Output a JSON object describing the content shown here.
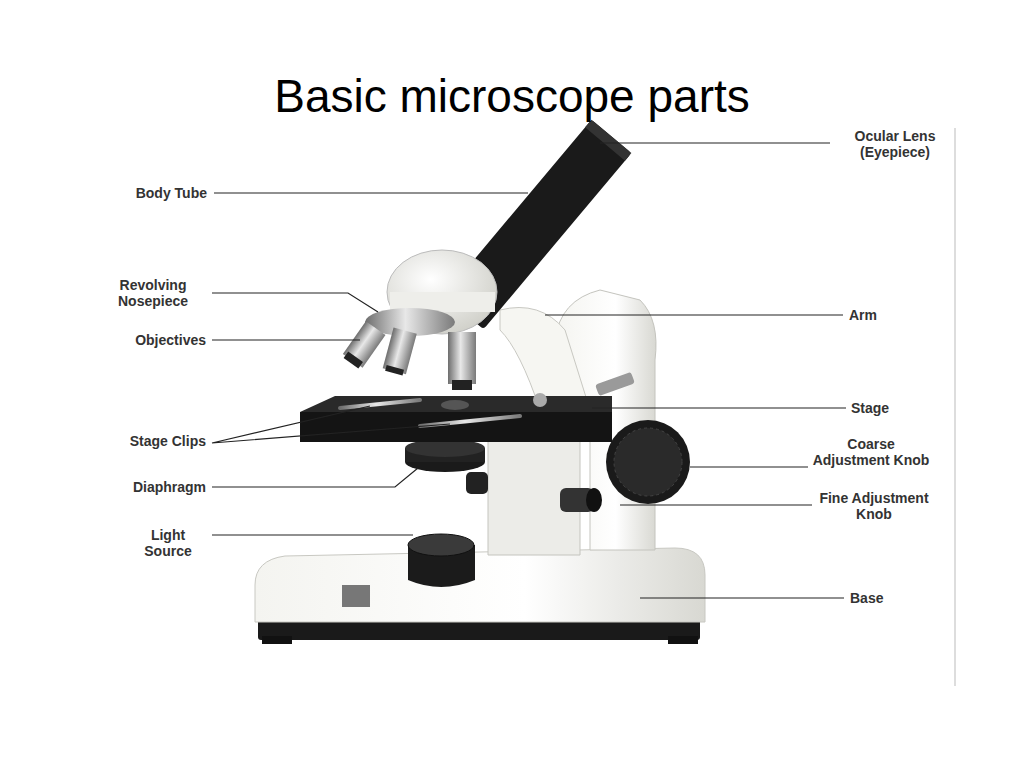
{
  "diagram": {
    "title": "Basic microscope parts",
    "labels": [
      "Body Tube",
      "Revolving Nosepiece",
      "Objectives",
      "Stage Clips",
      "Diaphragm",
      "Light Source",
      "Ocular Lens (Eyepiece)",
      "Arm",
      "Stage",
      "Coarse Adjustment Knob",
      "Fine Adjustment Knob",
      "Base"
    ]
  }
}
